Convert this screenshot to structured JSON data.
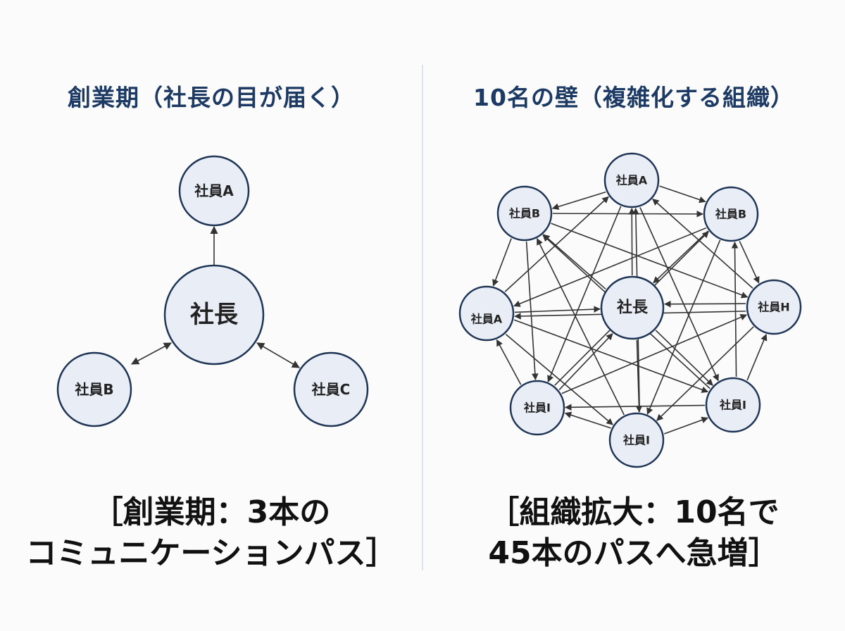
{
  "left_panel": {
    "heading": "創業期（社長の目が届く）",
    "center_label": "社長",
    "employees": [
      "社員A",
      "社員B",
      "社員C"
    ],
    "caption_line1": "［創業期：3本の",
    "caption_line2": "コミュニケーションパス］"
  },
  "right_panel": {
    "heading": "10名の壁（複雑化する組織）",
    "center_label": "社長",
    "employees": [
      "社員A",
      "社員B",
      "社員H",
      "社員I",
      "社員I",
      "社員I",
      "社員A",
      "社員B"
    ],
    "caption_line1": "［組織拡大：10名で",
    "caption_line2": "45本のパスへ急増］"
  },
  "colors": {
    "heading": "#1c3a63",
    "node_fill": "#e9eef6",
    "node_stroke": "#1f3556",
    "edge": "#333333",
    "divider": "#dde3ea"
  }
}
